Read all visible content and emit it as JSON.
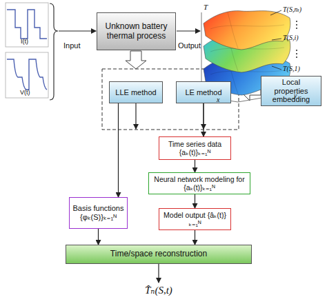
{
  "diagram": {
    "nodes": [
      {
        "text": [
          "Unknown battery thermal process"
        ]
      },
      {
        "text": [
          "LLE method"
        ]
      },
      {
        "text": [
          "LE method"
        ]
      },
      {
        "text": [
          "Local properties embedding"
        ]
      },
      {
        "text": [
          "Time series data {aₖ(t)}ₖ₌₁ᴺ"
        ]
      },
      {
        "text": [
          "Basis functions {φₖ(S)}ₖ₌₁ᴺ"
        ]
      },
      {
        "text": [
          "Neural network modeling for {aₖ(t)}ₖ₌₁ᴺ"
        ]
      },
      {
        "text": [
          "Model output {âₖ(t)}ₖ₌₁ᴺ"
        ]
      },
      {
        "text": [
          "Time/space reconstruction"
        ]
      }
    ],
    "edges": [
      {
        "from": 1,
        "to": 5,
        "arrow": "to"
      },
      {
        "from": 2,
        "to": 4,
        "arrow": "to"
      },
      {
        "from": 4,
        "to": 6,
        "arrow": "to"
      },
      {
        "from": 6,
        "to": 7,
        "arrow": "to"
      },
      {
        "from": 7,
        "to": 8,
        "arrow": "to"
      },
      {
        "from": 5,
        "to": 8,
        "arrow": "to"
      }
    ],
    "labels": [
      "I(t)",
      "V(t)",
      "Input",
      "Output",
      "T",
      "x",
      "y",
      "T(S,nₜ)",
      "T(S,i)",
      "T(S,1)",
      "T̂ₙ(S,t)"
    ]
  }
}
